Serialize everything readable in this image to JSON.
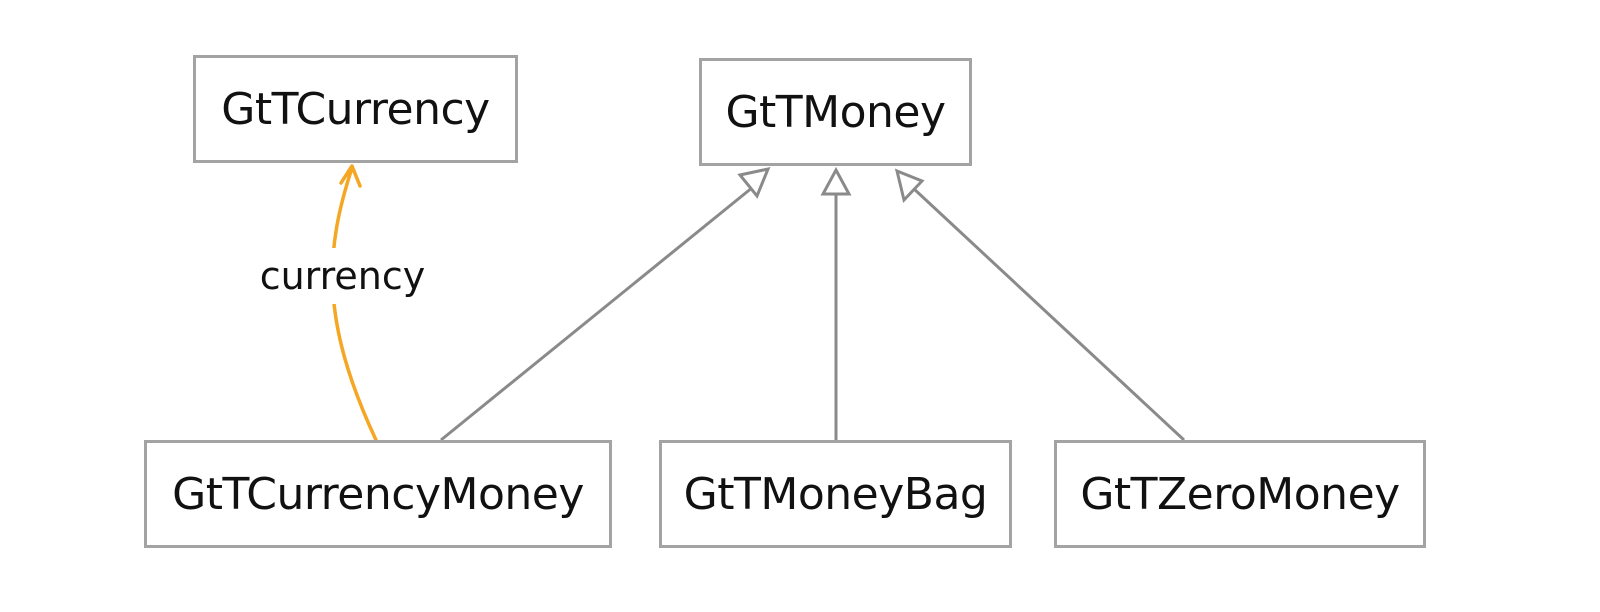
{
  "colors": {
    "node_border": "#a3a3a3",
    "inheritance_edge": "#8a8a8a",
    "reference_edge": "#f5a623"
  },
  "nodes": {
    "gttcurrency": "GtTCurrency",
    "gttmoney": "GtTMoney",
    "gttcurrencymoney": "GtTCurrencyMoney",
    "gttmoneybag": "GtTMoneyBag",
    "gttzeromoney": "GtTZeroMoney"
  },
  "edges": {
    "currency_label": "currency"
  }
}
